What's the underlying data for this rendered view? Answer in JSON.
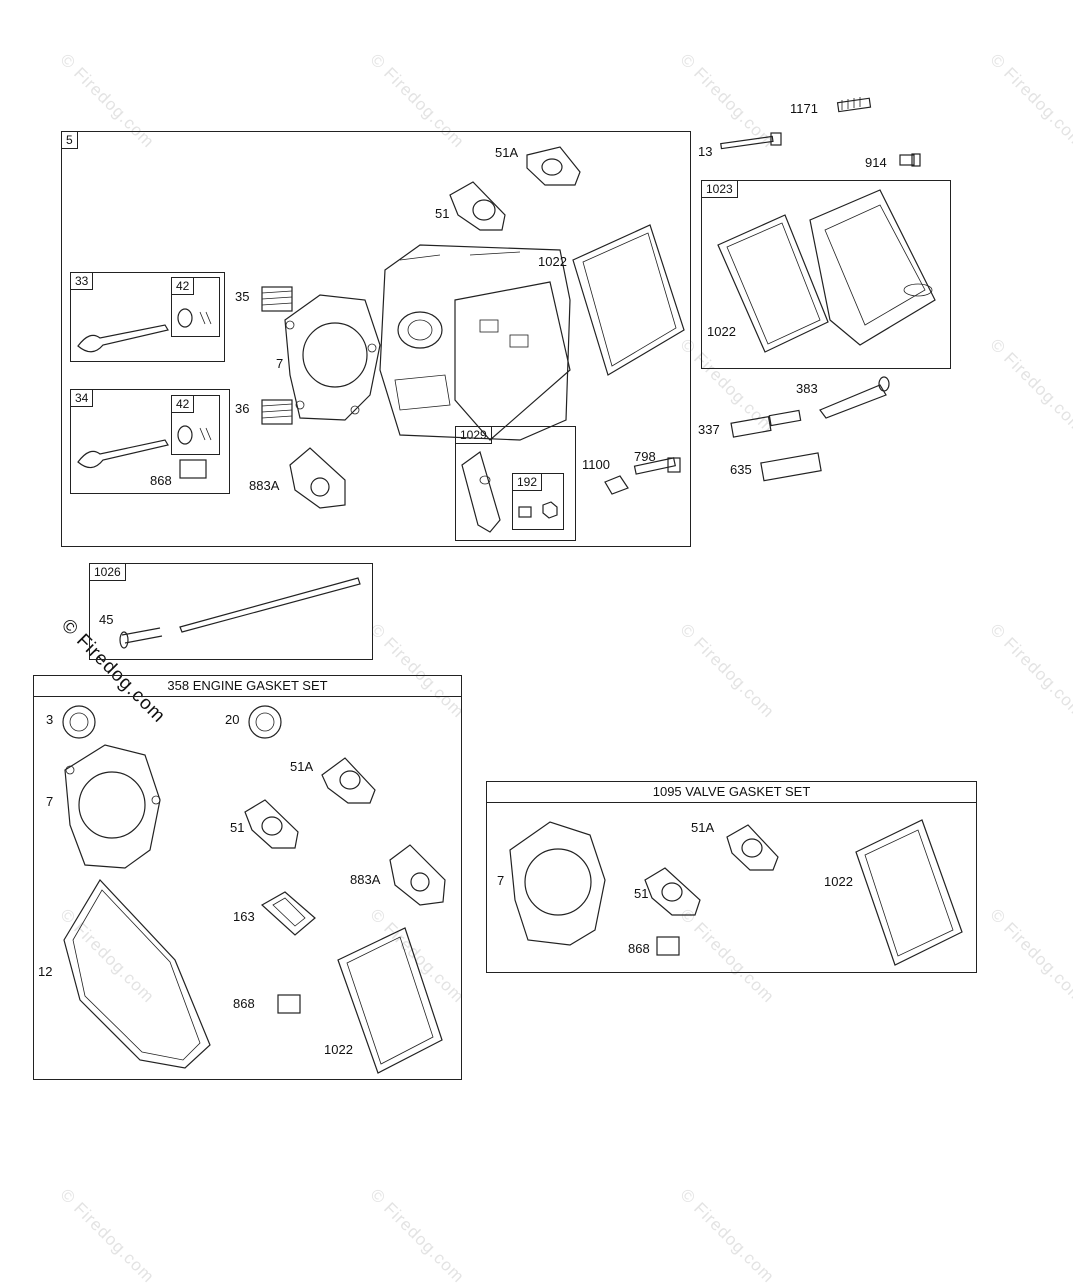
{
  "watermark": {
    "text": "© Firedog.com"
  },
  "boxes": {
    "main": {
      "tag": "5"
    },
    "valve_intake": {
      "tag": "33",
      "sub": "42"
    },
    "valve_exhaust": {
      "tag": "34",
      "sub": "42"
    },
    "rocker": {
      "tag": "1029",
      "sub": "192"
    },
    "cover": {
      "tag": "1023"
    },
    "pushrod": {
      "tag": "1026"
    },
    "engine_gasket_set": {
      "title": "358 ENGINE GASKET SET"
    },
    "valve_gasket_set": {
      "title": "1095 VALVE GASKET SET"
    }
  },
  "labels": {
    "p1171": "1171",
    "p13": "13",
    "p914": "914",
    "p51A": "51A",
    "p51": "51",
    "p1022": "1022",
    "p35": "35",
    "p7": "7",
    "p36": "36",
    "p868": "868",
    "p883A": "883A",
    "p1100": "1100",
    "p798": "798",
    "p1022c": "1022",
    "p383": "383",
    "p337": "337",
    "p635": "635",
    "p45": "45",
    "g3": "3",
    "g20": "20",
    "g51A": "51A",
    "g7": "7",
    "g51": "51",
    "g883A": "883A",
    "g163": "163",
    "g12": "12",
    "g868": "868",
    "g1022": "1022",
    "v51A": "51A",
    "v7": "7",
    "v51": "51",
    "v1022": "1022",
    "v868": "868"
  }
}
